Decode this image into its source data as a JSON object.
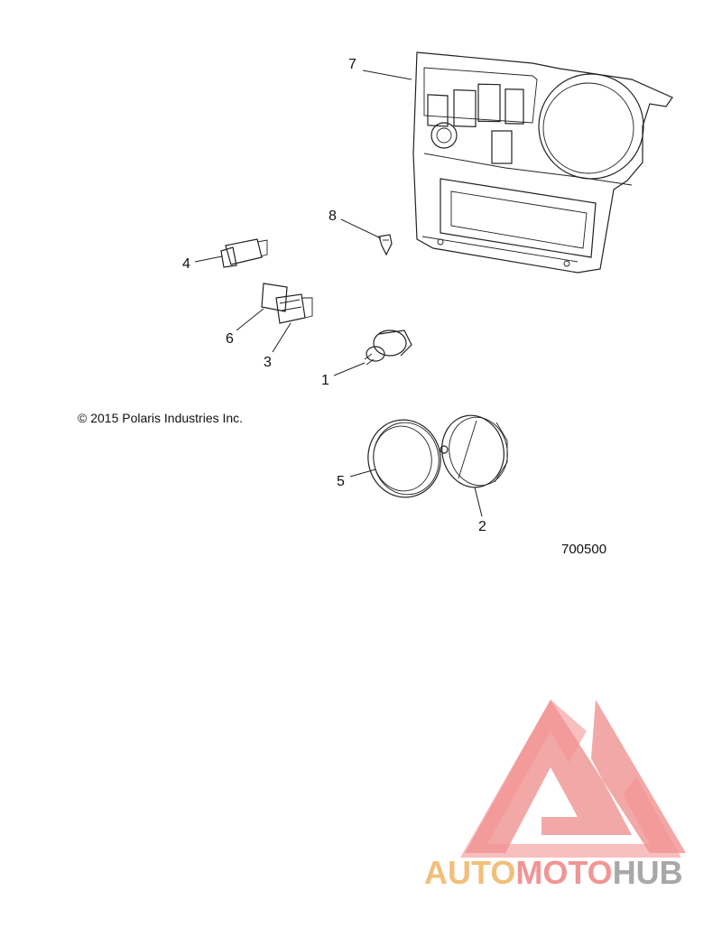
{
  "copyright": "© 2015 Polaris Industries Inc.",
  "figure_number": "700500",
  "callouts": [
    {
      "id": "1",
      "label": "1"
    },
    {
      "id": "2",
      "label": "2"
    },
    {
      "id": "3",
      "label": "3"
    },
    {
      "id": "4",
      "label": "4"
    },
    {
      "id": "5",
      "label": "5"
    },
    {
      "id": "6",
      "label": "6"
    },
    {
      "id": "7",
      "label": "7"
    },
    {
      "id": "8",
      "label": "8"
    }
  ],
  "watermark": {
    "part1": "AUTO",
    "part2": "MOTO",
    "part3": "HUB",
    "colors": {
      "triangle": "#f08a8a",
      "auto": "#f2bf7b",
      "moto": "#f19595",
      "hub": "#a8a8a8"
    }
  }
}
